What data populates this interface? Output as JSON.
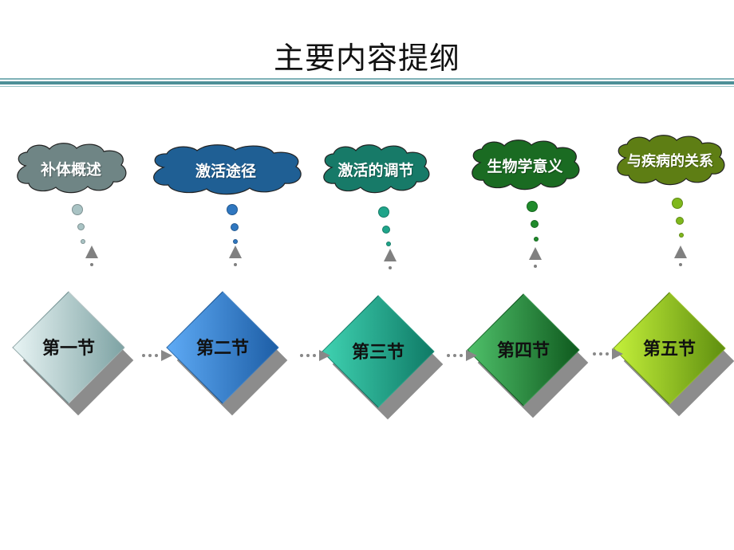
{
  "slide": {
    "title": "主要内容提纲"
  },
  "topics": [
    {
      "label": "补体概述",
      "color": "#6f8585",
      "bubble": "#a9c3c4"
    },
    {
      "label": "激活途径",
      "color": "#1f5f94",
      "bubble": "#2f77c0"
    },
    {
      "label": "激活的调节",
      "color": "#177a68",
      "bubble": "#1fa58a"
    },
    {
      "label": "生物学意义",
      "color": "#1a6b22",
      "bubble": "#1f8b2b"
    },
    {
      "label": "与疾病的关系",
      "color": "#5e7e14",
      "bubble": "#7fb81c"
    }
  ],
  "sections": [
    {
      "label": "第一节",
      "color_light": "#e8f4f4",
      "color_dark": "#7ea3a4"
    },
    {
      "label": "第二节",
      "color_light": "#5eaaf5",
      "color_dark": "#1d5ea6"
    },
    {
      "label": "第三节",
      "color_light": "#3fd2b1",
      "color_dark": "#0f7a66"
    },
    {
      "label": "第四节",
      "color_light": "#4fc06a",
      "color_dark": "#0f5a1e"
    },
    {
      "label": "第五节",
      "color_light": "#c4f03a",
      "color_dark": "#5f8f0f"
    }
  ]
}
